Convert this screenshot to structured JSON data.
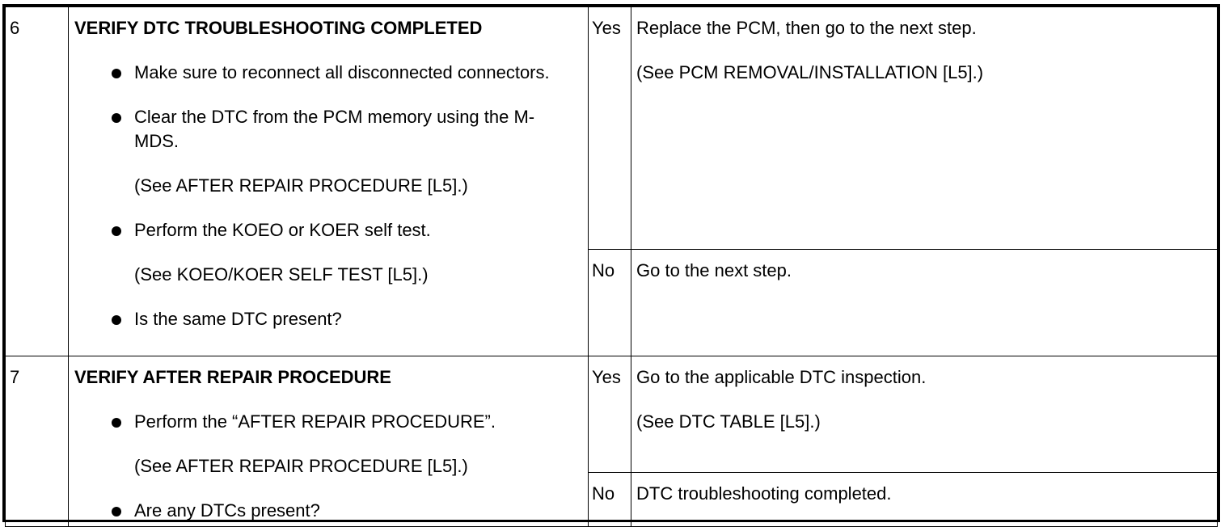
{
  "steps": [
    {
      "number": "6",
      "title": "VERIFY DTC TROUBLESHOOTING COMPLETED",
      "actions": [
        {
          "text": "Make sure to reconnect all disconnected connectors.",
          "see": ""
        },
        {
          "text": "Clear the DTC from the PCM memory using the M-MDS.",
          "see": "(See AFTER REPAIR PROCEDURE [L5].)"
        },
        {
          "text": "Perform the KOEO or KOER self test.",
          "see": "(See KOEO/KOER SELF TEST [L5].)"
        },
        {
          "text": "Is the same DTC present?",
          "see": ""
        }
      ],
      "results": [
        {
          "result": "Yes",
          "remedy": "Replace the PCM, then go to the next step.",
          "see": "(See PCM REMOVAL/INSTALLATION [L5].)"
        },
        {
          "result": "No",
          "remedy": "Go to the next step.",
          "see": ""
        }
      ]
    },
    {
      "number": "7",
      "title": "VERIFY AFTER REPAIR PROCEDURE",
      "actions": [
        {
          "text": "Perform the “AFTER REPAIR PROCEDURE”.",
          "see": "(See AFTER REPAIR PROCEDURE [L5].)"
        },
        {
          "text": "Are any DTCs present?",
          "see": ""
        }
      ],
      "results": [
        {
          "result": "Yes",
          "remedy": "Go to the applicable DTC inspection.",
          "see": "(See DTC TABLE [L5].)"
        },
        {
          "result": "No",
          "remedy": "DTC troubleshooting completed.",
          "see": ""
        }
      ]
    }
  ]
}
